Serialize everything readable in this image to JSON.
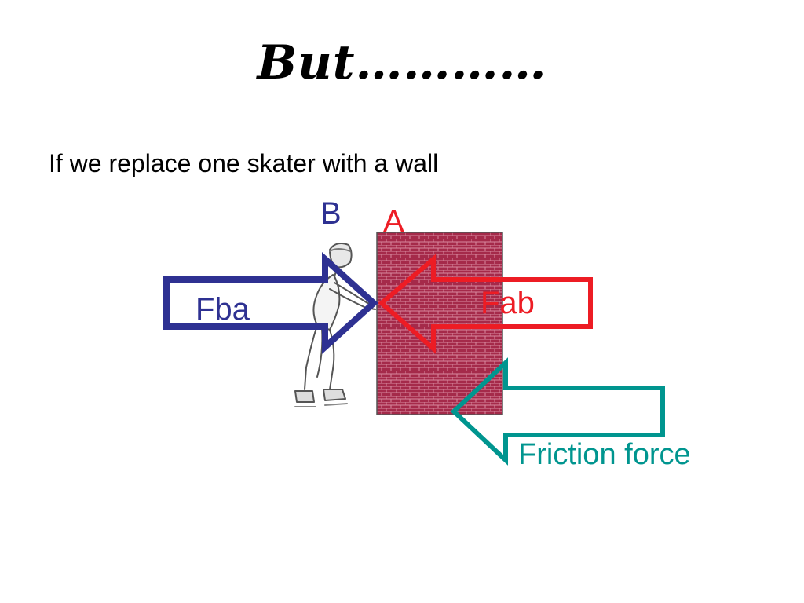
{
  "title": "But…………",
  "subtitle": "If we replace one skater with a wall",
  "labels": {
    "b": "B",
    "a": "A",
    "fba": "Fba",
    "fab": "Fab",
    "friction": "Friction force"
  },
  "colors": {
    "fba_arrow": "#2e3192",
    "fab_arrow": "#ed1c24",
    "friction_arrow": "#00958f",
    "wall_fill": "#a52a4a",
    "wall_mortar": "#d98aa0",
    "label_b": "#2e3192",
    "label_a": "#ed1c24",
    "label_fab": "#ed1c24",
    "label_fba": "#2e3192",
    "label_friction": "#00958f"
  },
  "icons": {
    "skater": "skater-icon",
    "wall": "brick-wall"
  }
}
